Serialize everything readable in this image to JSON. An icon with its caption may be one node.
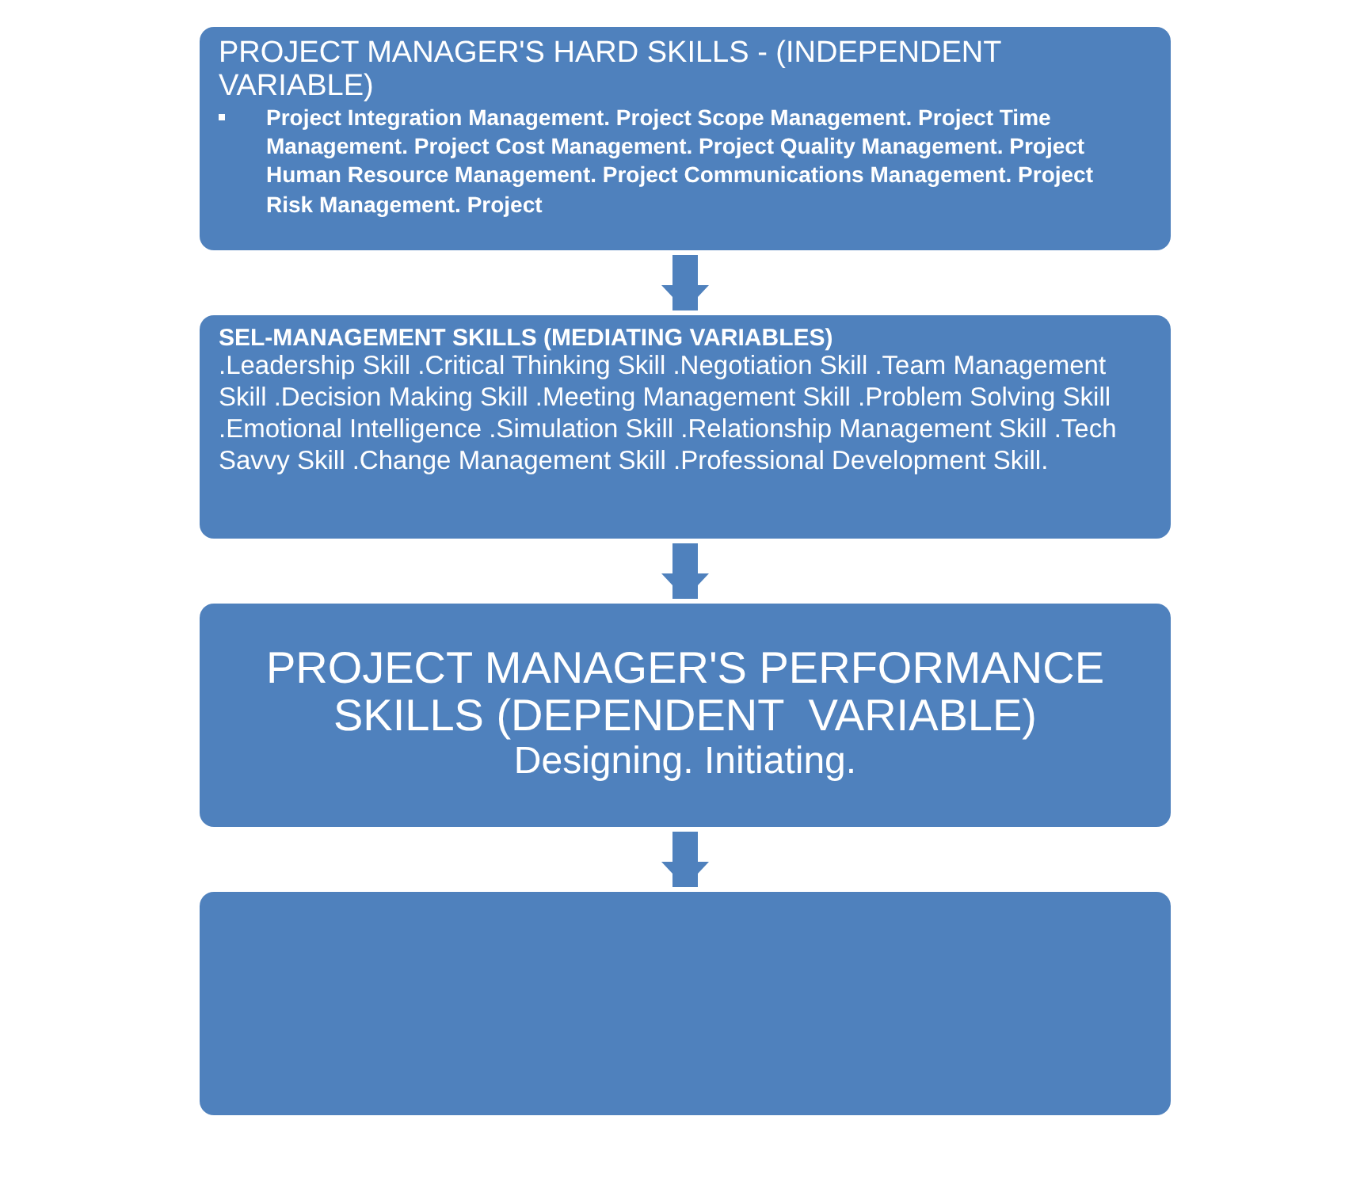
{
  "diagram": {
    "nodes": [
      {
        "text": [
          "PROJECT MANAGER'S HARD SKILLS - (INDEPENDENT VARIABLE)",
          "Project Integration Management. Project Scope Management. Project Time Management. Project Cost Management. Project Quality Management. Project Human Resource Management. Project Communications Management. Project Risk Management. Project"
        ]
      },
      {
        "text": [
          "SEL-MANAGEMENT SKILLS (MEDIATING VARIABLES)",
          ".Leadership Skill .Critical Thinking Skill .Negotiation Skill .Team Management Skill .Decision Making Skill .Meeting Management Skill .Problem Solving Skill .Emotional Intelligence .Simulation Skill .Relationship Management Skill .Tech Savvy Skill .Change Management Skill .Professional Development Skill."
        ]
      },
      {
        "text": [
          "PROJECT MANAGER'S PERFORMANCE SKILLS (DEPENDENT  VARIABLE)",
          "Designing. Initiating."
        ]
      },
      {
        "text": [],
        "shape": "box"
      }
    ],
    "edges": [
      {
        "from": 0,
        "to": 1,
        "arrow": "to"
      },
      {
        "from": 1,
        "to": 2,
        "arrow": "to"
      },
      {
        "from": 2,
        "to": 3,
        "arrow": "to"
      }
    ]
  }
}
